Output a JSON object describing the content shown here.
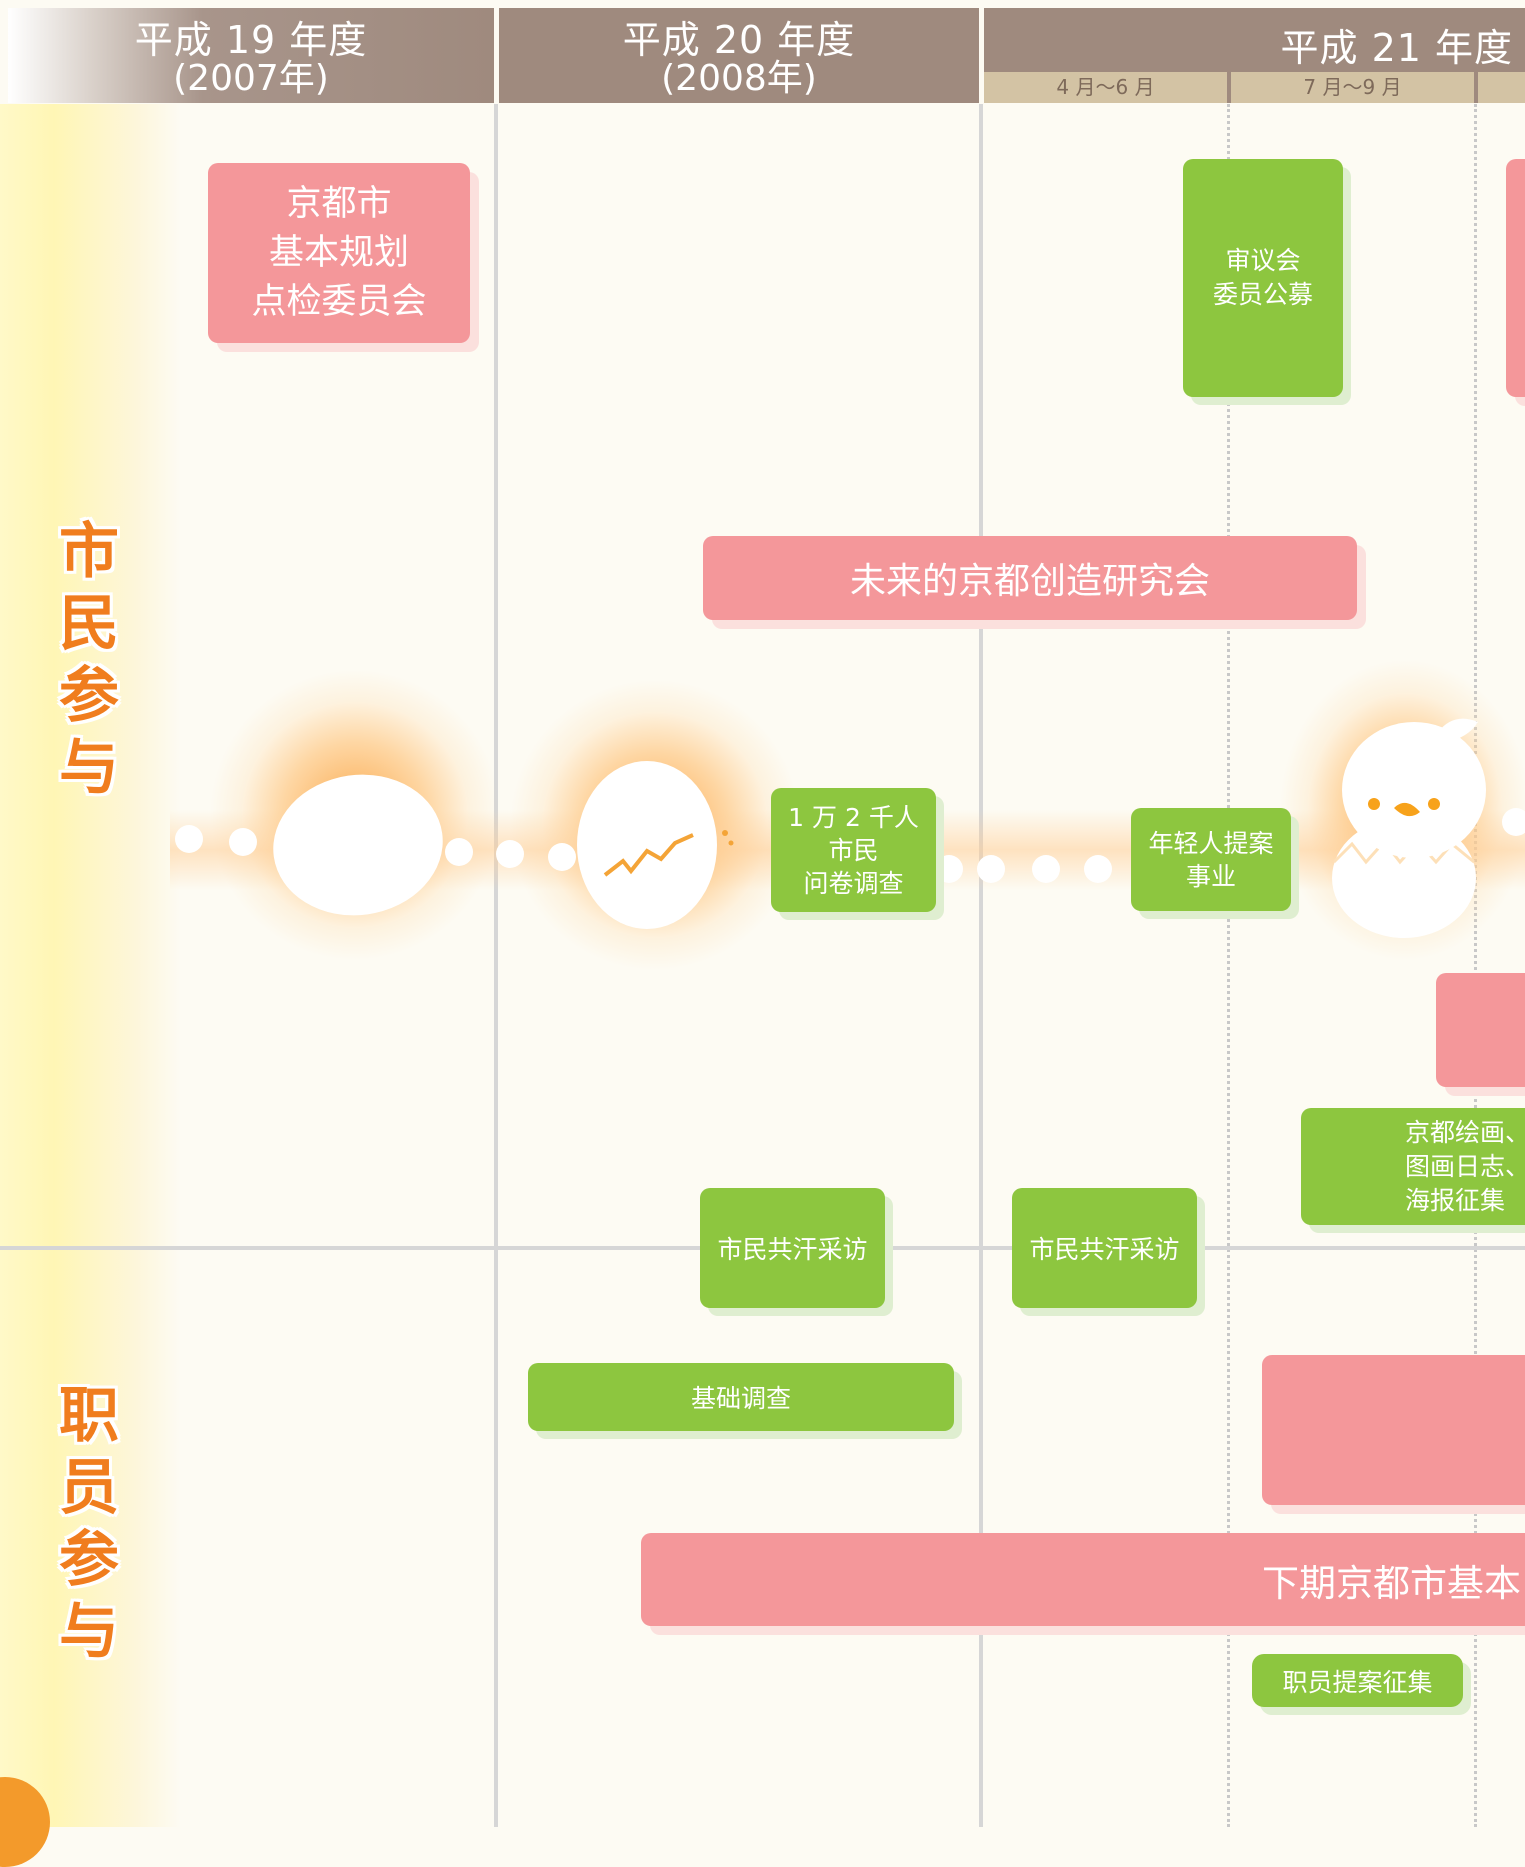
{
  "header": {
    "fy19": {
      "line1": "平成 19 年度",
      "line2": "(2007年)"
    },
    "fy20": {
      "line1": "平成 20 年度",
      "line2": "(2008年)"
    },
    "fy21": {
      "line1": "平成 21 年度"
    },
    "quarters": [
      "4 月〜6 月",
      "7 月〜9 月"
    ]
  },
  "sections": {
    "citizen": [
      "市",
      "民",
      "参",
      "与"
    ],
    "staff": [
      "职",
      "员",
      "参",
      "与"
    ]
  },
  "boxes": {
    "review_committee": "京都市\n基本规划\n点检委员会",
    "council_recruit": "审议会\n委员公募",
    "future_study": "未来的京都创造研究会",
    "survey_12000": "1 万 2 千人\n市民\n问卷调查",
    "youth_proposal": "年轻人提案\n事业",
    "kyoto_drawing": "京都绘画、\n图画日志、\n海报征集",
    "interview1": "市民共汗采访",
    "interview2": "市民共汗采访",
    "basic_survey": "基础调查",
    "next_plan": "下期京都市基本",
    "staff_proposal": "职员提案征集"
  },
  "colors": {
    "header": "#9f8a7e",
    "pink_box": "#f4979a",
    "green_box": "#8dc63f",
    "section_title": "#f07d1e",
    "glow": "#f9a64a"
  }
}
